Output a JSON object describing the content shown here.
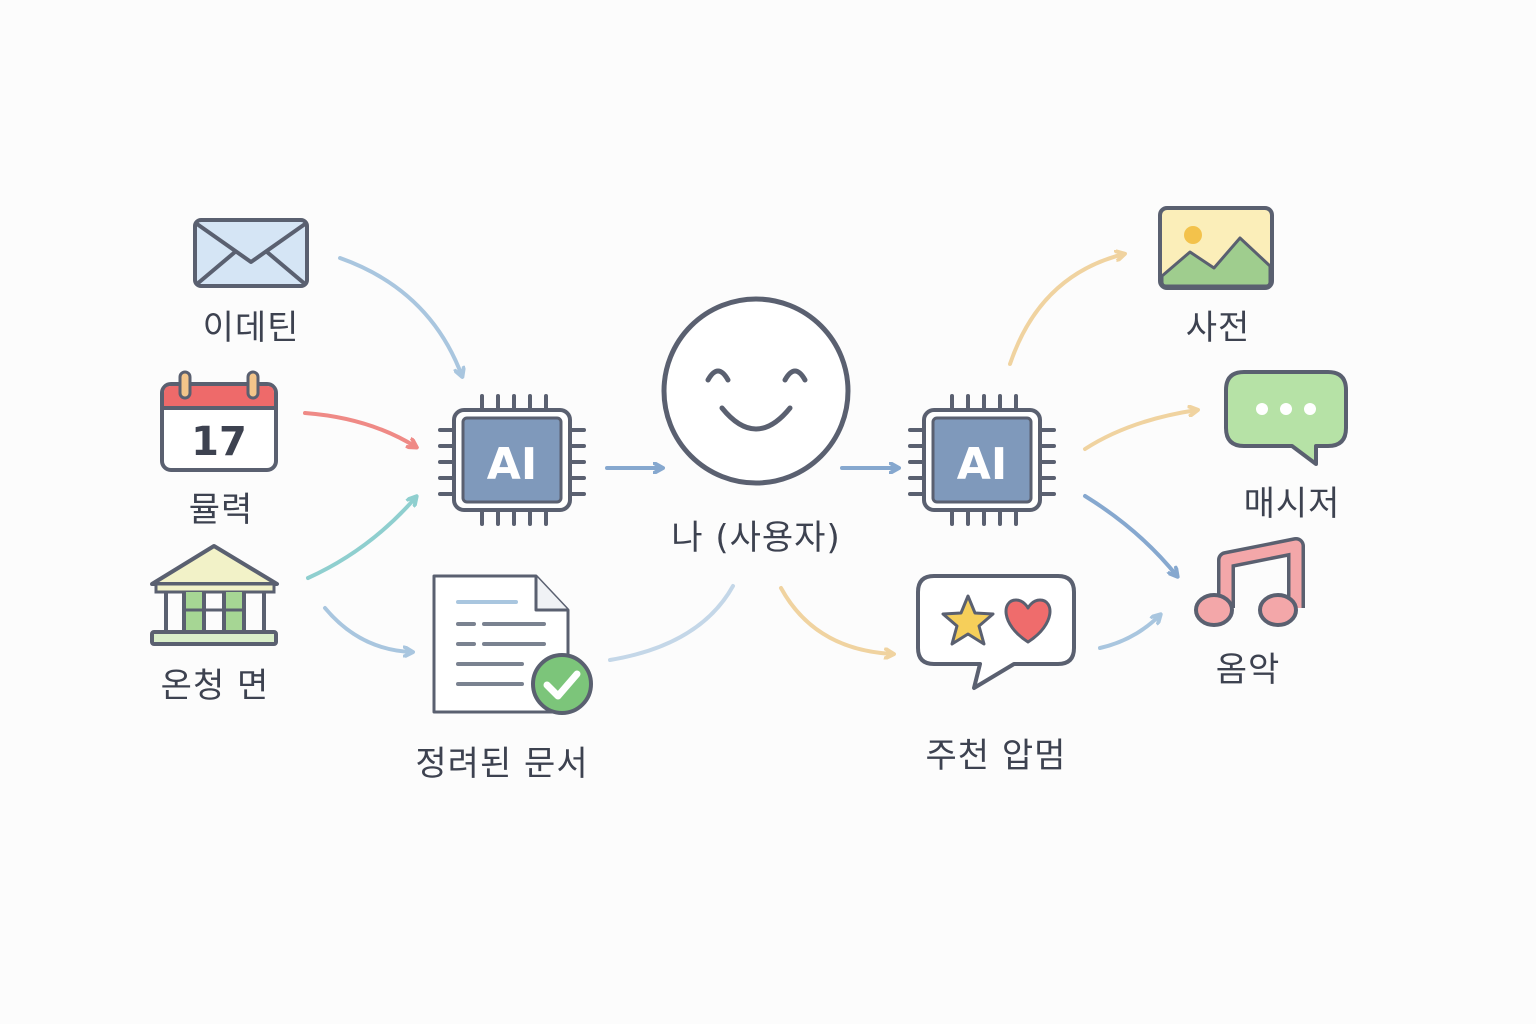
{
  "inputs": {
    "email_label": "이데틴",
    "calendar_label": "뮬력",
    "calendar_day": "17",
    "bank_label": "온청 면"
  },
  "processor_left": {
    "text": "AI"
  },
  "document": {
    "label": "정려된 문서"
  },
  "user": {
    "label": "나 (사용자)"
  },
  "processor_right": {
    "text": "AI"
  },
  "recommendation": {
    "label": "주천 압멈"
  },
  "outputs": {
    "photo_label": "사전",
    "message_label": "매시저",
    "music_label": "옴악"
  },
  "colors": {
    "ink": "#5a6070",
    "chip": "#7f99bb",
    "envelope": "#d5e5f5",
    "calendar_top": "#ee6a6a",
    "bank_roof": "#f2f2c8",
    "bank_green": "#a6d694",
    "check": "#7cc57a",
    "photo_sky": "#fbeeb9",
    "photo_hill": "#9fcd8e",
    "sun": "#f3c24b",
    "bubble_green": "#b6e2a6",
    "star": "#f6cf5a",
    "heart": "#ef6c6c",
    "note": "#f3a7a9",
    "arrow_blue": "#a9c6df",
    "arrow_red": "#ef8a86",
    "arrow_teal": "#8fcfcf",
    "arrow_orange": "#f0d3a0",
    "arrow_dark_blue": "#86a8cf"
  }
}
